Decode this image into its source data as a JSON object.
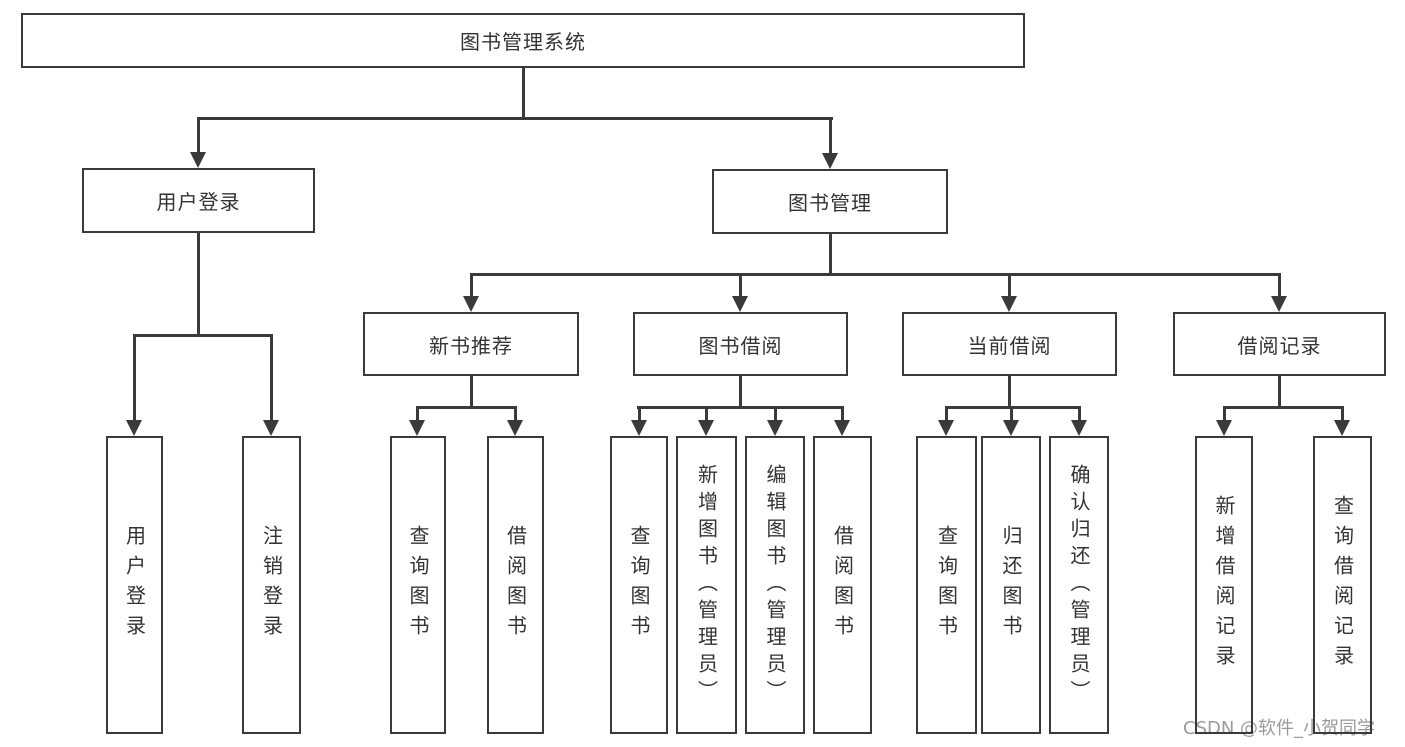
{
  "diagram_title": "图书管理系统",
  "nodes": {
    "root": "图书管理系统",
    "user_login": "用户登录",
    "book_management": "图书管理",
    "user_login_children": {
      "login": "用户登录",
      "logout": "注销登录"
    },
    "new_book_recommend": "新书推荐",
    "book_borrow": "图书借阅",
    "current_borrow": "当前借阅",
    "borrow_records": "借阅记录",
    "new_book_recommend_children": {
      "query_book": "查询图书",
      "borrow_book": "借阅图书"
    },
    "book_borrow_children": {
      "query_book": "查询图书",
      "add_book": "新增图书（管理员）",
      "edit_book": "编辑图书（管理员）",
      "borrow_book": "借阅图书"
    },
    "current_borrow_children": {
      "query_book": "查询图书",
      "return_book": "归还图书",
      "confirm_return": "确认归还（管理员）"
    },
    "borrow_records_children": {
      "add_record": "新增借阅记录",
      "query_record": "查询借阅记录"
    }
  },
  "watermark": "CSDN @软件_小贺同学",
  "colors": {
    "line": "#3a3a3a",
    "text": "#333333",
    "watermark": "#9b9b9b",
    "background": "#ffffff"
  }
}
